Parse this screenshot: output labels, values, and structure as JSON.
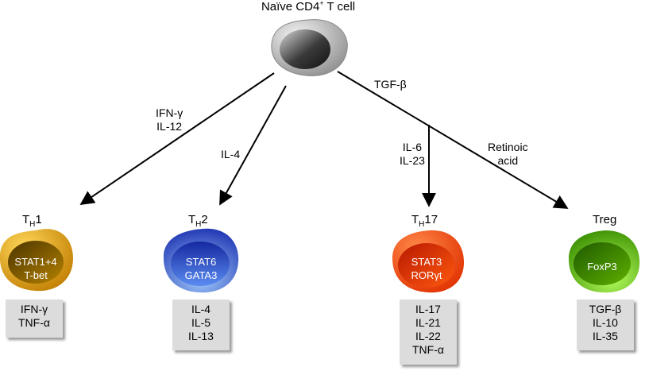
{
  "root": {
    "title_prefix": "Naïve CD4",
    "title_sup": "+",
    "title_suffix": " T cell"
  },
  "edges": {
    "th1": [
      "IFN-γ",
      "IL-12"
    ],
    "th2": [
      "IL-4"
    ],
    "tgf": [
      "TGF-β"
    ],
    "th17": [
      "IL-6",
      "IL-23"
    ],
    "treg": [
      "Retinoic",
      "acid"
    ]
  },
  "subsets": [
    {
      "title_main": "T",
      "title_sub": "H",
      "title_suffix": "1",
      "tf": [
        "STAT1+4",
        "T-bet"
      ],
      "cytokines": [
        "IFN-γ",
        "TNF-α"
      ],
      "color": "#e2a400"
    },
    {
      "title_main": "T",
      "title_sub": "H",
      "title_suffix": "2",
      "tf": [
        "STAT6",
        "GATA3"
      ],
      "cytokines": [
        "IL-4",
        "IL-5",
        "IL-13"
      ],
      "color": "#2c4fd0"
    },
    {
      "title_main": "T",
      "title_sub": "H",
      "title_suffix": "17",
      "tf": [
        "STAT3",
        "RORγt"
      ],
      "cytokines": [
        "IL-17",
        "IL-21",
        "IL-22",
        "TNF-α"
      ],
      "color": "#ff4a00"
    },
    {
      "title_main": "Treg",
      "title_sub": "",
      "title_suffix": "",
      "tf": [
        "FoxP3"
      ],
      "cytokines": [
        "TGF-β",
        "IL-10",
        "IL-35"
      ],
      "color": "#6fd000"
    }
  ]
}
